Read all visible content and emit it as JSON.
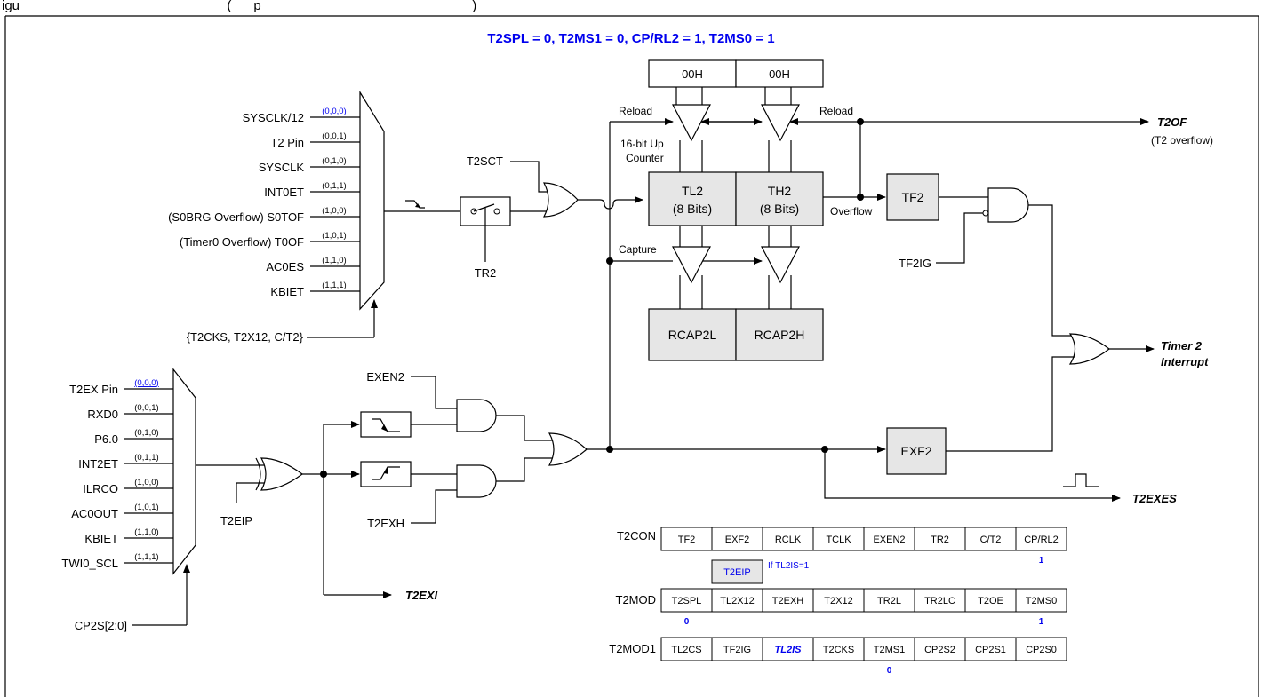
{
  "colors": {
    "accent": "#0000ee",
    "box_fill": "#e6e6e6",
    "line": "#000000"
  },
  "top_caption": "igu                                                        (      p                                                         )",
  "title": "T2SPL = 0, T2MS1 = 0, CP/RL2 = 1, T2MS0 = 1",
  "clock_mux": {
    "inputs": [
      "SYSCLK/12",
      "T2 Pin",
      "SYSCLK",
      "INT0ET",
      "(S0BRG Overflow) S0TOF",
      "(Timer0 Overflow) T0OF",
      "AC0ES",
      "KBIET"
    ],
    "codes": [
      "(0,0,0)",
      "(0,0,1)",
      "(0,1,0)",
      "(0,1,1)",
      "(1,0,0)",
      "(1,0,1)",
      "(1,1,0)",
      "(1,1,1)"
    ],
    "select": "{T2CKS, T2X12, C/T2}"
  },
  "t2sct": "T2SCT",
  "tr2": "TR2",
  "reload_values": [
    "00H",
    "00H"
  ],
  "reload_label": "Reload",
  "reload_label2": "Reload",
  "counter_label": [
    "16-bit Up",
    "Counter"
  ],
  "tl2": {
    "name": "TL2",
    "bits": "(8 Bits)"
  },
  "th2": {
    "name": "TH2",
    "bits": "(8 Bits)"
  },
  "overflow_label": "Overflow",
  "capture_label": "Capture",
  "rcap2l": "RCAP2L",
  "rcap2h": "RCAP2H",
  "tf2": "TF2",
  "tf2ig": "TF2IG",
  "t2of": "T2OF",
  "t2of_sub": "(T2 overflow)",
  "timer2_interrupt": [
    "Timer 2",
    "Interrupt"
  ],
  "exf2": "EXF2",
  "t2exes": "T2EXES",
  "ext_mux": {
    "inputs": [
      "T2EX Pin",
      "RXD0",
      "P6.0",
      "INT2ET",
      "ILRCO",
      "AC0OUT",
      "KBIET",
      "TWI0_SCL"
    ],
    "codes": [
      "(0,0,0)",
      "(0,0,1)",
      "(0,1,0)",
      "(0,1,1)",
      "(1,0,0)",
      "(1,0,1)",
      "(1,1,0)",
      "(1,1,1)"
    ],
    "select": "CP2S[2:0]"
  },
  "t2eip": "T2EIP",
  "exen2": "EXEN2",
  "t2exh": "T2EXH",
  "t2exi": "T2EXI",
  "registers": {
    "t2con": {
      "name": "T2CON",
      "bits": [
        "TF2",
        "EXF2",
        "RCLK",
        "TCLK",
        "EXEN2",
        "TR2",
        "C/T2",
        "CP/RL2"
      ],
      "values": [
        "",
        "",
        "",
        "",
        "",
        "",
        "",
        "1"
      ]
    },
    "alt": {
      "bit": "T2EIP",
      "note": "If TL2IS=1"
    },
    "t2mod": {
      "name": "T2MOD",
      "bits": [
        "T2SPL",
        "TL2X12",
        "T2EXH",
        "T2X12",
        "TR2L",
        "TR2LC",
        "T2OE",
        "T2MS0"
      ],
      "values": [
        "0",
        "",
        "",
        "",
        "",
        "",
        "",
        "1"
      ]
    },
    "t2mod1": {
      "name": "T2MOD1",
      "bits": [
        "TL2CS",
        "TF2IG",
        "TL2IS",
        "T2CKS",
        "T2MS1",
        "CP2S2",
        "CP2S1",
        "CP2S0"
      ],
      "values": [
        "",
        "",
        "",
        "",
        "0",
        "",
        "",
        ""
      ]
    }
  }
}
